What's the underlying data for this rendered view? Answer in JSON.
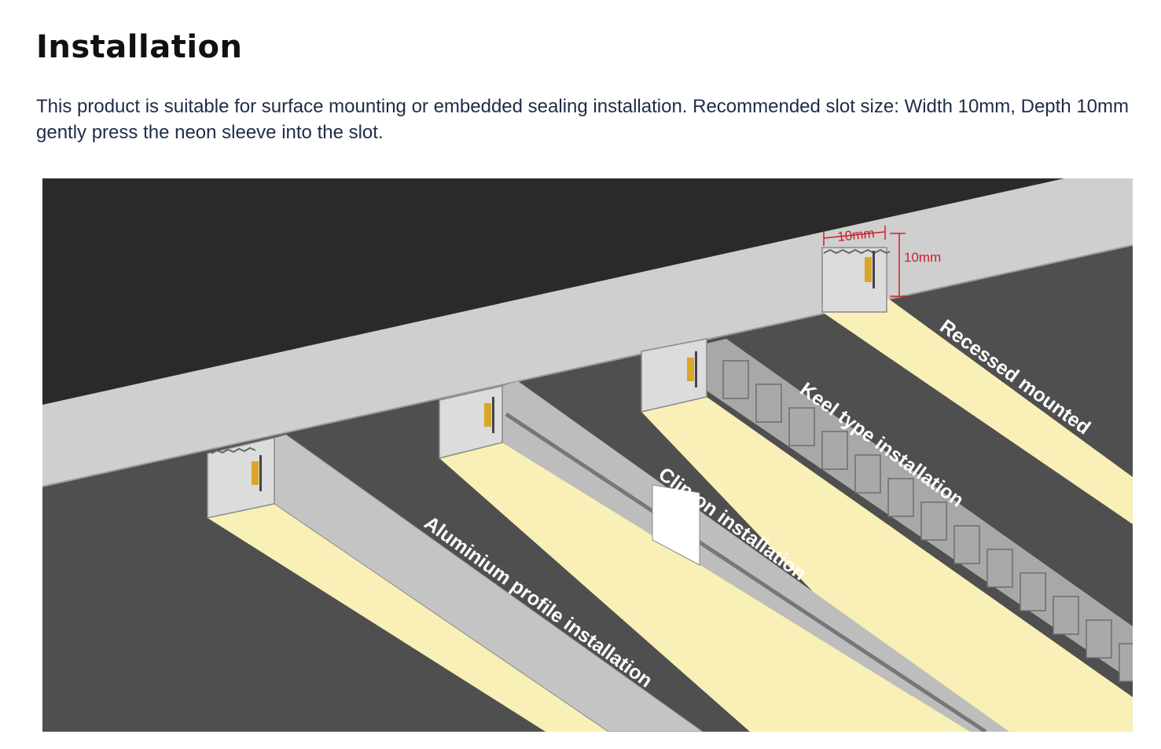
{
  "title": "Installation",
  "intro": {
    "line1": "This product is suitable for surface mounting or embedded sealing installation. Recommended slot size: Width 10mm, Depth 10mm",
    "line2": "gently press the neon sleeve into the slot."
  },
  "illustration": {
    "labels": {
      "aluminium": "Aluminium profile installation",
      "clip_on": "Clip-on installation",
      "keel": "Keel type installation",
      "recessed": "Recessed mounted"
    },
    "dimensions": {
      "width": "10mm",
      "depth": "10mm"
    },
    "colors": {
      "background": "#2b2a2a",
      "floor": "#4f4f4f",
      "wall": "#cfcfcf",
      "light": "#f8f0b6",
      "dimension": "#d0202a"
    }
  }
}
